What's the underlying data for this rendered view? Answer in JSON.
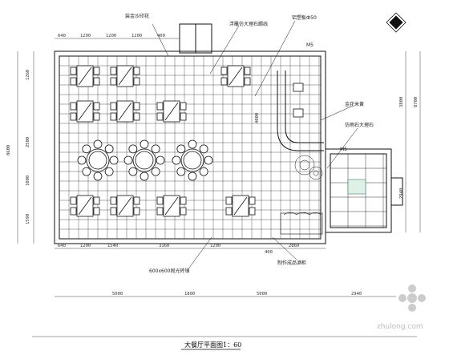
{
  "title": "大餐厅平面图1：60",
  "watermark": "zhulong.com",
  "labels": {
    "top_left": "装金沙印花",
    "top_mid": "浮雕仿大理石踢线",
    "top_right": "铝塑板Ф50",
    "right_1": "金花米黄",
    "right_2": "仿雨石大理石",
    "bottom_mid": "600x600抛光砖铺",
    "bottom_right": "制作成品酒柜",
    "m5_top": "M5",
    "m5_right": "M5"
  },
  "dims": {
    "top": [
      "640",
      "1200",
      "1200",
      "1200",
      "400"
    ],
    "bottom_inner": [
      "640",
      "1200",
      "1540",
      "3160",
      "1200",
      "2860"
    ],
    "bottom_inner_small": "400",
    "bottom_outer": [
      "5000",
      "1800",
      "5000",
      "2940"
    ],
    "left_outer": "8600",
    "left_inner": [
      "1260",
      "2500",
      "1000",
      "1590"
    ],
    "right_inner": [
      "3800",
      "2940"
    ],
    "right_outer": "8700",
    "center_v": "4000"
  },
  "colors": {
    "line": "#111111",
    "grid": "#333333",
    "green": "#2e8b57",
    "dim": "#444444"
  }
}
